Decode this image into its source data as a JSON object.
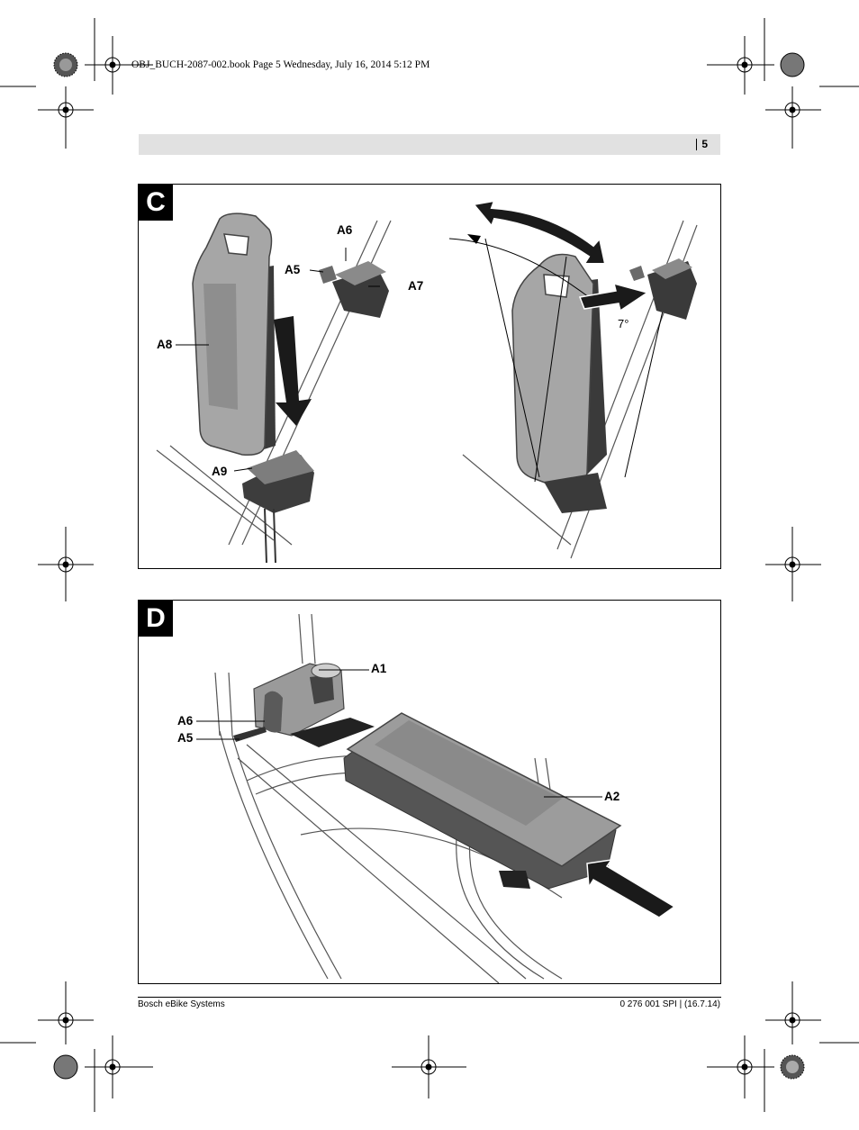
{
  "slug": "OBJ_BUCH-2087-002.book  Page 5  Wednesday, July 16, 2014  5:12 PM",
  "header": {
    "page_number": "5"
  },
  "figures": [
    {
      "tag": "C",
      "callouts": {
        "a5": "A5",
        "a6": "A6",
        "a7": "A7",
        "a8": "A8",
        "a9": "A9"
      },
      "angle": "7°"
    },
    {
      "tag": "D",
      "callouts": {
        "a1": "A1",
        "a2": "A2",
        "a5": "A5",
        "a6": "A6"
      }
    }
  ],
  "footer": {
    "left": "Bosch eBike Systems",
    "right": "0 276 001 SPI | (16.7.14)"
  },
  "colors": {
    "header_band": "#e1e1e1",
    "tag_background": "#000000",
    "battery_grey": "#9c9c9c",
    "battery_dark": "#4a4a4a"
  }
}
